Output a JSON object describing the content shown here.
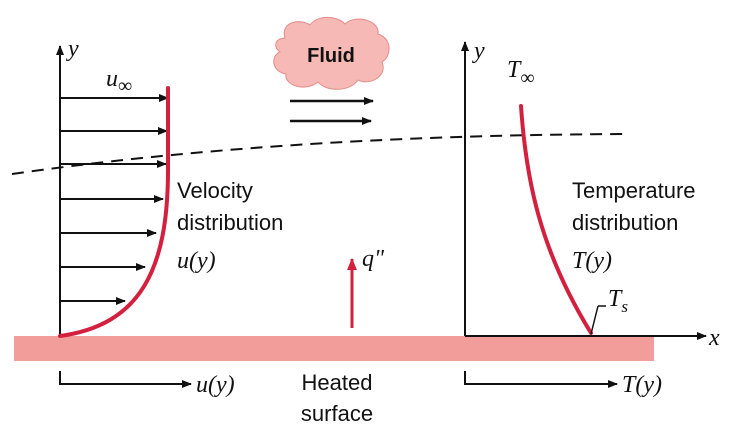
{
  "labels": {
    "y_left": "y",
    "u_inf": "u",
    "u_inf_sub": "∞",
    "fluid": "Fluid",
    "velocity_line1": "Velocity",
    "velocity_line2": "distribution",
    "velocity_fn": "u(y)",
    "heat_flux": "q\"",
    "y_right": "y",
    "t_inf": "T",
    "t_inf_sub": "∞",
    "temp_line1": "Temperature",
    "temp_line2": "distribution",
    "temp_fn": "T(y)",
    "t_s": "T",
    "t_s_sub": "s",
    "x_axis": "x",
    "surface_line1": "Heated",
    "surface_line2": "surface",
    "u_axis": "u(y)",
    "t_axis": "T(y)"
  },
  "colors": {
    "profile": "#d3203f",
    "surface": "#f29d9a",
    "cloud": "#f6b9b5",
    "cloud_stroke": "#e48d8a",
    "ink": "#111111"
  },
  "icons": {
    "fluid": "cloud-shape",
    "heat_flux": "up-arrow",
    "flow": "right-arrows"
  }
}
